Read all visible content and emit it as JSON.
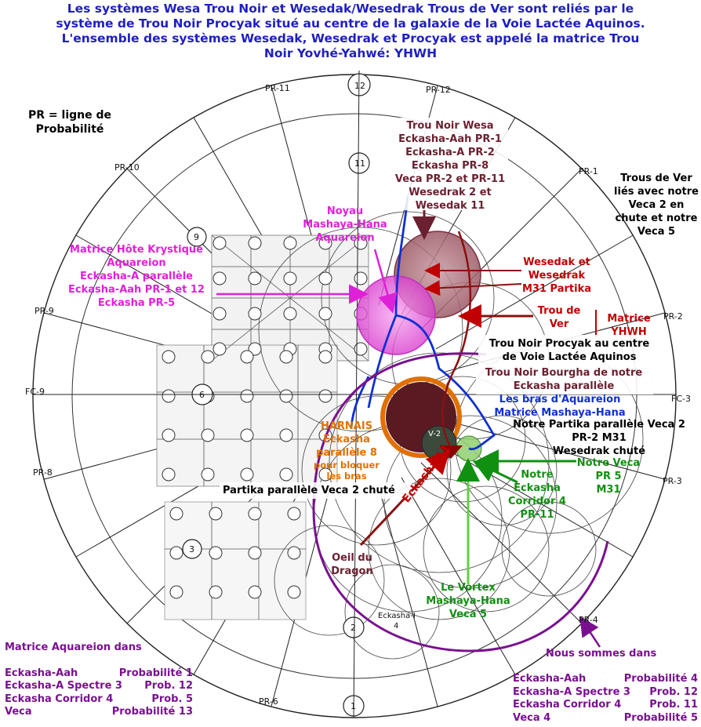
{
  "title": [
    "Les systèmes Wesa Trou Noir et Wesedak/Wesedrak Trous de Ver sont reliés par le",
    "système de Trou Noir Procyak situé au centre de la galaxie de la Voie Lactée Aquinos.",
    "L'ensemble des systèmes Wesedak, Wesedrak et Procyak est appelé la matrice Trou",
    "Noir Yovhé-Yahwé: YHWH"
  ],
  "colors": {
    "title": "#1f1fbf",
    "black": "#000000",
    "maroon": "#6b2030",
    "magenta": "#e020d8",
    "red": "#c00000",
    "blue": "#1030d0",
    "orange": "#e07000",
    "green": "#109010",
    "purple": "#7a1090"
  },
  "legend_pr": [
    "PR = ligne de",
    "Probabilité"
  ],
  "diagram": {
    "pr_labels": [
      "PR-12",
      "PR-11",
      "PR-10",
      "PR-9",
      "FC-9",
      "PR-8",
      "PR-6",
      "PR-1",
      "PR-2",
      "FC-3",
      "PR-3",
      "PR-4"
    ],
    "numbers": [
      "12",
      "11",
      "9",
      "6",
      "3",
      "2",
      "1"
    ],
    "v2": "V-2",
    "eckasha_i": [
      "Eckasha-I",
      "4"
    ]
  },
  "labels": {
    "trou_noir_wesa": [
      "Trou Noir Wesa",
      "Eckasha-Aah PR-1",
      "Eckasha-A PR-2",
      "Eckasha PR-8",
      "Veca PR-2 et PR-11",
      "Wesedrak 2 et",
      "Wesedak 11"
    ],
    "trous_de_ver": [
      "Trous de Ver",
      "liés avec notre",
      "Veca 2 en",
      "chute et notre",
      "Veca 5"
    ],
    "noyau": [
      "Noyau",
      "Mashaya-Hana",
      "Aquareion"
    ],
    "matrice_hote": [
      "Matrice Hôte Krystique",
      "Aquareion",
      "Eckasha-A parallèle",
      "Eckasha-Aah PR-1 et 12",
      "Eckasha PR-5"
    ],
    "wesedak_wesedrak": [
      "Wesedak et",
      "Wesedrak",
      "M31 Partika"
    ],
    "trou_de_ver": [
      "Trou de",
      "Ver"
    ],
    "matrice_yhwh": [
      "Matrice",
      "YHWH"
    ],
    "procyak": [
      "Trou Noir Procyak au centre",
      "de Voie Lactée Aquinos"
    ],
    "bourgha": [
      "Trou Noir Bourgha de notre",
      "Eckasha parallèle"
    ],
    "bras": [
      "Les bras d'Aquareion",
      "Matrice Mashaya-Hana"
    ],
    "partika_veca2": [
      "Notre Partika parallèle Veca 2",
      "PR-2 M31",
      "Wesedrak chuté"
    ],
    "harnais": [
      "HARNAIS",
      "Eckasha",
      "parallèle 8"
    ],
    "harnais_small": [
      "pour bloquer",
      "les bras"
    ],
    "eckasha11": "Eckasha 11",
    "notre_veca": [
      "Notre Veca",
      "PR 5",
      "M31"
    ],
    "notre_eckasha": [
      "Notre",
      "Eckasha",
      "Corridor 4",
      "PR-11"
    ],
    "partika_chute": "Partika parallèle Veca 2 chuté",
    "oeil": [
      "Oeil du",
      "Dragon"
    ],
    "vortex": [
      "Le Vortex",
      "Mashaya-Hana",
      "Veca 5"
    ],
    "nous_sommes": "Nous sommes dans"
  },
  "table_left": {
    "title": "Matrice Aquareion dans",
    "rows": [
      [
        "Eckasha-Aah",
        "Probabilité 1"
      ],
      [
        "Eckasha-A Spectre 3",
        "Prob. 12"
      ],
      [
        "Eckasha Corridor 4",
        "Prob. 5"
      ],
      [
        "Veca",
        "Probabilité 13"
      ]
    ]
  },
  "table_right": {
    "rows": [
      [
        "Eckasha-Aah",
        "Probabilité 4"
      ],
      [
        "Eckasha-A Spectre 3",
        "Prob. 12"
      ],
      [
        "Eckasha Corridor 4",
        "Prob. 11"
      ],
      [
        "Veca 4",
        "Probabilité 5"
      ]
    ]
  }
}
